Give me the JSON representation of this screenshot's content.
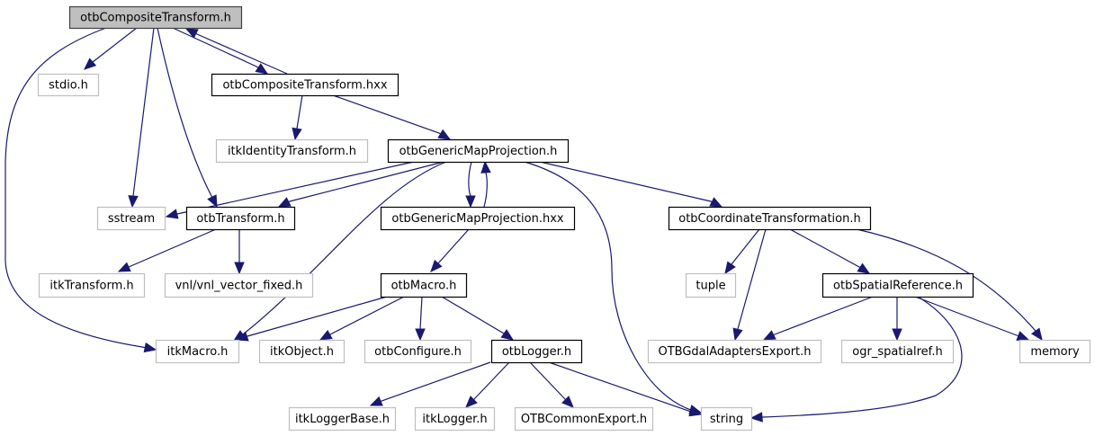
{
  "title": "otbCompositeTransform.h include dependency graph",
  "colors": {
    "edge": "#191970",
    "root_fill": "#bfbfbf",
    "root_border": "#404040",
    "documented_border": "#000000",
    "external_border": "#bfbfbf",
    "node_fill": "#ffffff"
  },
  "nodes": [
    {
      "id": "root",
      "label": "otbCompositeTransform.h",
      "kind": "root"
    },
    {
      "id": "stdio",
      "label": "stdio.h",
      "kind": "external"
    },
    {
      "id": "cthxx",
      "label": "otbCompositeTransform.hxx",
      "kind": "documented"
    },
    {
      "id": "itkIdentity",
      "label": "itkIdentityTransform.h",
      "kind": "external"
    },
    {
      "id": "gmp",
      "label": "otbGenericMapProjection.h",
      "kind": "documented"
    },
    {
      "id": "sstream",
      "label": "sstream",
      "kind": "external"
    },
    {
      "id": "otbTransform",
      "label": "otbTransform.h",
      "kind": "documented"
    },
    {
      "id": "gmphxx",
      "label": "otbGenericMapProjection.hxx",
      "kind": "documented"
    },
    {
      "id": "coordTrans",
      "label": "otbCoordinateTransformation.h",
      "kind": "documented"
    },
    {
      "id": "itkTransform",
      "label": "itkTransform.h",
      "kind": "external"
    },
    {
      "id": "vnl",
      "label": "vnl/vnl_vector_fixed.h",
      "kind": "external"
    },
    {
      "id": "otbMacro",
      "label": "otbMacro.h",
      "kind": "documented"
    },
    {
      "id": "tuple",
      "label": "tuple",
      "kind": "external"
    },
    {
      "id": "spatialRef",
      "label": "otbSpatialReference.h",
      "kind": "documented"
    },
    {
      "id": "itkMacro",
      "label": "itkMacro.h",
      "kind": "external"
    },
    {
      "id": "itkObject",
      "label": "itkObject.h",
      "kind": "external"
    },
    {
      "id": "otbConfigure",
      "label": "otbConfigure.h",
      "kind": "external"
    },
    {
      "id": "otbLogger",
      "label": "otbLogger.h",
      "kind": "documented"
    },
    {
      "id": "gdalExport",
      "label": "OTBGdalAdaptersExport.h",
      "kind": "external"
    },
    {
      "id": "ogr",
      "label": "ogr_spatialref.h",
      "kind": "external"
    },
    {
      "id": "memory",
      "label": "memory",
      "kind": "external"
    },
    {
      "id": "itkLoggerBase",
      "label": "itkLoggerBase.h",
      "kind": "external"
    },
    {
      "id": "itkLogger",
      "label": "itkLogger.h",
      "kind": "external"
    },
    {
      "id": "commonExport",
      "label": "OTBCommonExport.h",
      "kind": "external"
    },
    {
      "id": "string",
      "label": "string",
      "kind": "external"
    }
  ],
  "edges": [
    {
      "from": "root",
      "to": "stdio"
    },
    {
      "from": "root",
      "to": "cthxx"
    },
    {
      "from": "root",
      "to": "sstream"
    },
    {
      "from": "root",
      "to": "otbTransform"
    },
    {
      "from": "root",
      "to": "itkMacro"
    },
    {
      "from": "cthxx",
      "to": "root"
    },
    {
      "from": "cthxx",
      "to": "itkIdentity"
    },
    {
      "from": "cthxx",
      "to": "gmp"
    },
    {
      "from": "gmp",
      "to": "sstream"
    },
    {
      "from": "gmp",
      "to": "otbTransform"
    },
    {
      "from": "gmp",
      "to": "gmphxx"
    },
    {
      "from": "gmp",
      "to": "itkMacro"
    },
    {
      "from": "gmp",
      "to": "coordTrans"
    },
    {
      "from": "gmp",
      "to": "string"
    },
    {
      "from": "gmphxx",
      "to": "gmp"
    },
    {
      "from": "gmphxx",
      "to": "otbMacro"
    },
    {
      "from": "otbTransform",
      "to": "itkTransform"
    },
    {
      "from": "otbTransform",
      "to": "vnl"
    },
    {
      "from": "otbMacro",
      "to": "itkMacro"
    },
    {
      "from": "otbMacro",
      "to": "itkObject"
    },
    {
      "from": "otbMacro",
      "to": "otbConfigure"
    },
    {
      "from": "otbMacro",
      "to": "otbLogger"
    },
    {
      "from": "otbLogger",
      "to": "itkLoggerBase"
    },
    {
      "from": "otbLogger",
      "to": "itkLogger"
    },
    {
      "from": "otbLogger",
      "to": "commonExport"
    },
    {
      "from": "otbLogger",
      "to": "string"
    },
    {
      "from": "coordTrans",
      "to": "tuple"
    },
    {
      "from": "coordTrans",
      "to": "gdalExport"
    },
    {
      "from": "coordTrans",
      "to": "spatialRef"
    },
    {
      "from": "coordTrans",
      "to": "memory"
    },
    {
      "from": "spatialRef",
      "to": "gdalExport"
    },
    {
      "from": "spatialRef",
      "to": "ogr"
    },
    {
      "from": "spatialRef",
      "to": "memory"
    },
    {
      "from": "spatialRef",
      "to": "string"
    }
  ]
}
